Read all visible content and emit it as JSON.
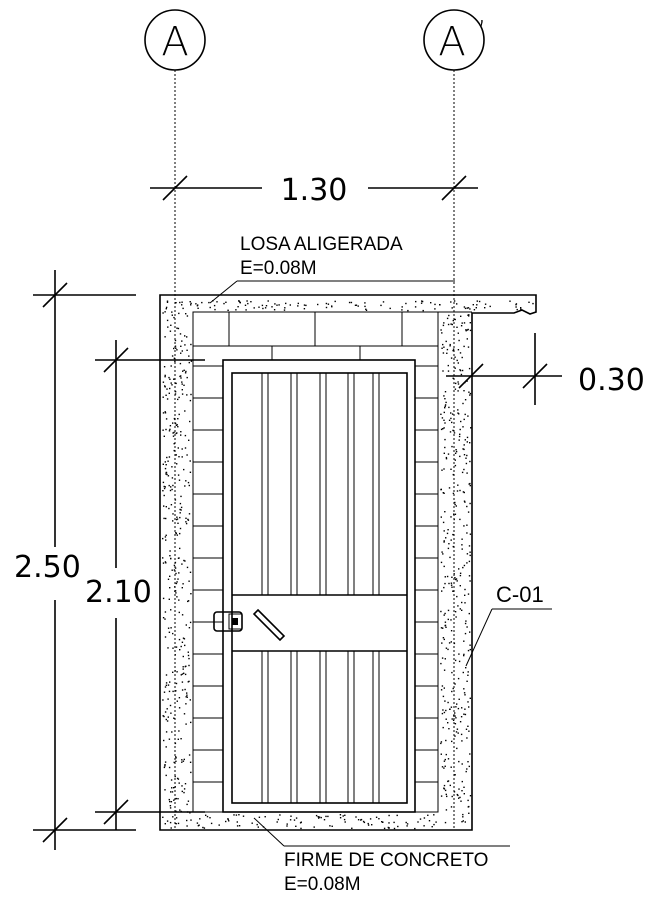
{
  "axes": {
    "left": "A",
    "right": "A",
    "right_mark": "’"
  },
  "dimensions": {
    "width": "1.30",
    "total_height": "2.50",
    "door_height": "2.10",
    "wall_thickness": "0.30"
  },
  "labels": {
    "slab_title": "LOSA ALIGERADA",
    "slab_spec": "E=0.08M",
    "floor_title": "FIRME DE CONCRETO",
    "floor_spec": "E=0.08M",
    "section_code": "C-01"
  }
}
